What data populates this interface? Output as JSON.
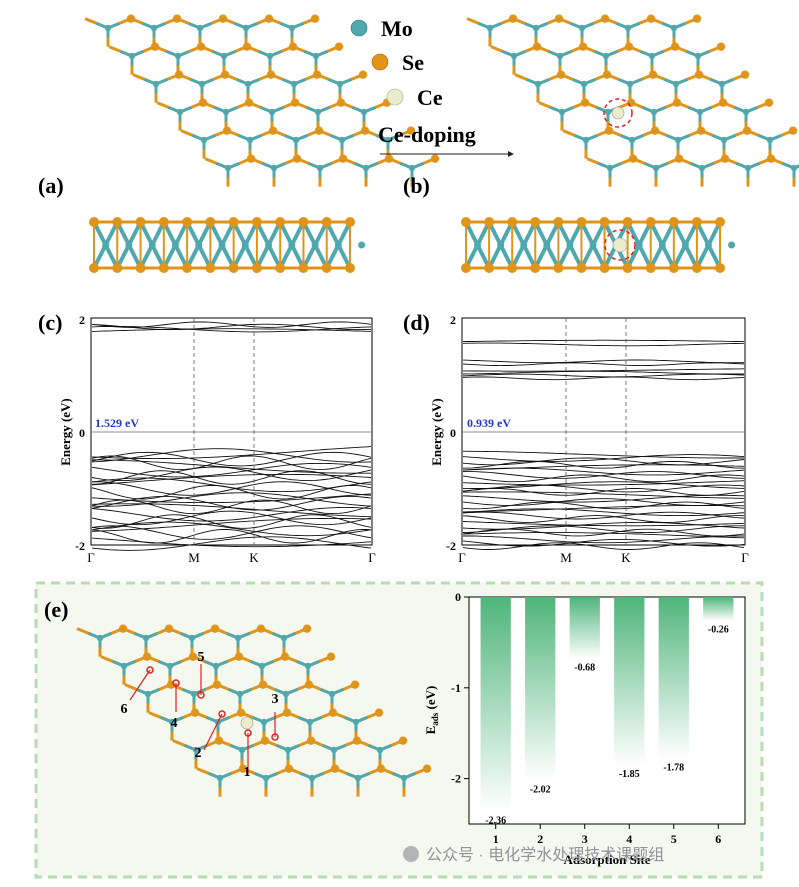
{
  "legend": {
    "items": [
      {
        "label": "Mo",
        "color": "#4fa8ae"
      },
      {
        "label": "Se",
        "color": "#e0941a"
      },
      {
        "label": "Ce",
        "color": "#ebeccb"
      }
    ],
    "arrow_label": "Ce-doping"
  },
  "panels": {
    "a": "(a)",
    "b": "(b)",
    "c": "(c)",
    "d": "(d)",
    "e": "(e)"
  },
  "colors": {
    "mo": "#4fa8ae",
    "se": "#e0941a",
    "ce": "#ebeccb",
    "bond_line": "#111111",
    "gap_text": "#2438c8",
    "frame_dashed": "#b7dbb2",
    "frame_fill": "#f4f8ee",
    "bar_top": "#4fb57a",
    "bar_bottom": "#ffffff",
    "site_marker": "#e02020"
  },
  "band_c": {
    "ylabel": "Energy (eV)",
    "yticks": [
      "2",
      "0",
      "-2"
    ],
    "xticks": [
      "Γ",
      "M",
      "K",
      "Γ"
    ],
    "gap_label": "1.529 eV"
  },
  "band_d": {
    "ylabel": "Energy (eV)",
    "yticks": [
      "2",
      "0",
      "-2"
    ],
    "xticks": [
      "Γ",
      "M",
      "K",
      "Γ"
    ],
    "gap_label": "0.939 eV"
  },
  "sites": [
    "1",
    "2",
    "3",
    "4",
    "5",
    "6"
  ],
  "chart_data": {
    "type": "bar",
    "categories": [
      "1",
      "2",
      "3",
      "4",
      "5",
      "6"
    ],
    "values": [
      -2.36,
      -2.02,
      -0.68,
      -1.85,
      -1.78,
      -0.26
    ],
    "value_labels": [
      "-2.36",
      "-2.02",
      "-0.68",
      "-1.85",
      "-1.78",
      "-0.26"
    ],
    "xlabel": "Adsorption Site",
    "ylabel": "E",
    "ylabel_sub": "ads",
    "ylabel_unit": " (eV)",
    "ylim": [
      -2.5,
      0
    ],
    "yticks": [
      "0",
      "-1",
      "-2"
    ],
    "grid": false
  },
  "watermark": "公众号 · 电化学水处理技术课题组"
}
